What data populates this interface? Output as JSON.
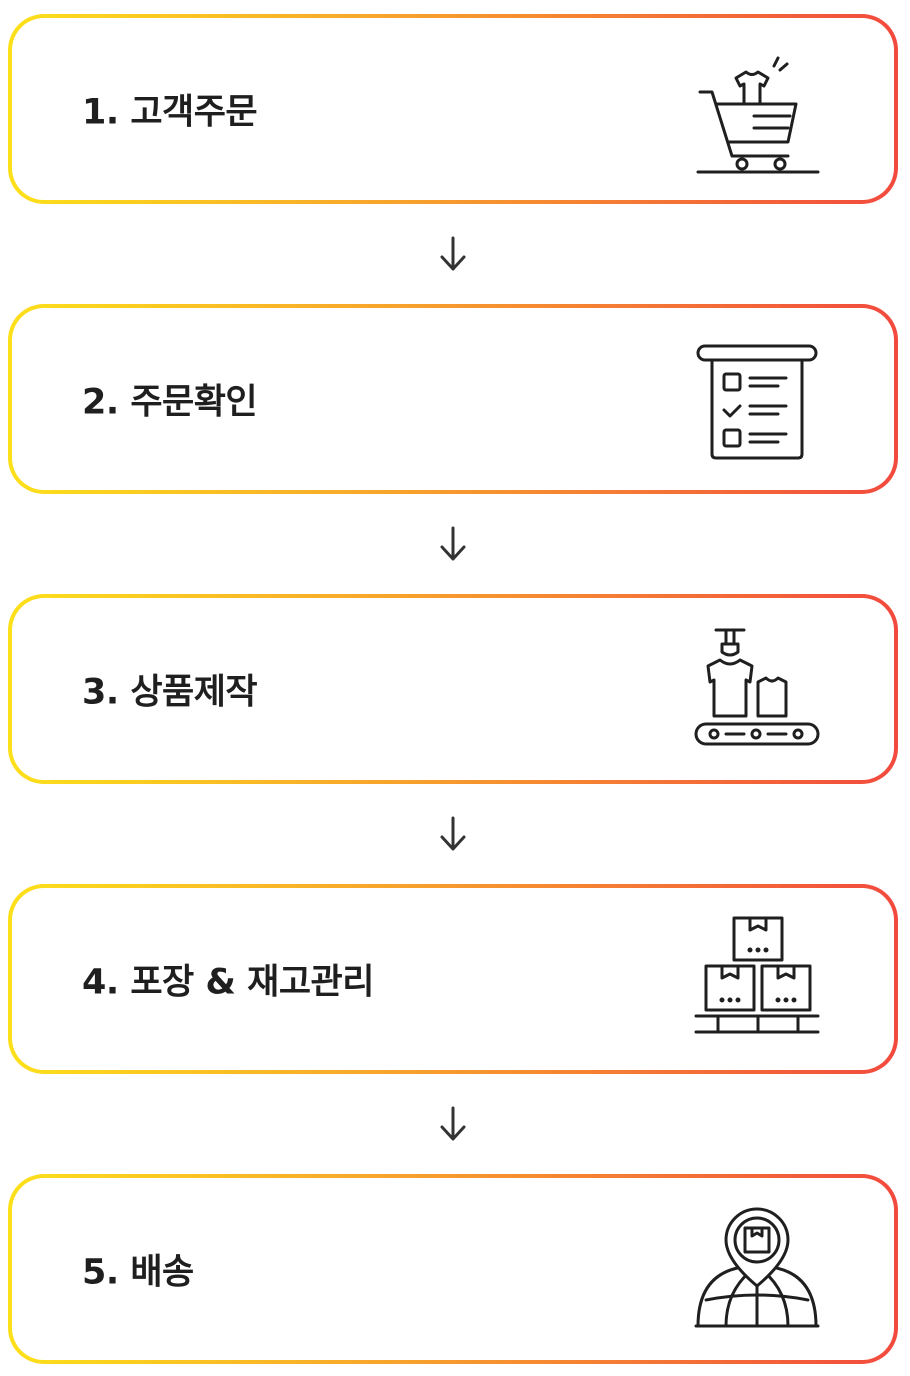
{
  "colors": {
    "gradient_start": "#fce01a",
    "gradient_mid": "#f7a12c",
    "gradient_end": "#f24a3e",
    "text": "#1f1f1f",
    "icon_stroke": "#1f1f1f"
  },
  "steps": [
    {
      "label": "1. 고객주문",
      "icon": "shopping-cart-tshirt-icon"
    },
    {
      "label": "2. 주문확인",
      "icon": "checklist-receipt-icon"
    },
    {
      "label": "3. 상품제작",
      "icon": "conveyor-production-icon"
    },
    {
      "label": "4. 포장 & 재고관리",
      "icon": "stacked-boxes-icon"
    },
    {
      "label": "5. 배송",
      "icon": "globe-delivery-pin-icon"
    }
  ],
  "connector_icon": "arrow-down-icon"
}
